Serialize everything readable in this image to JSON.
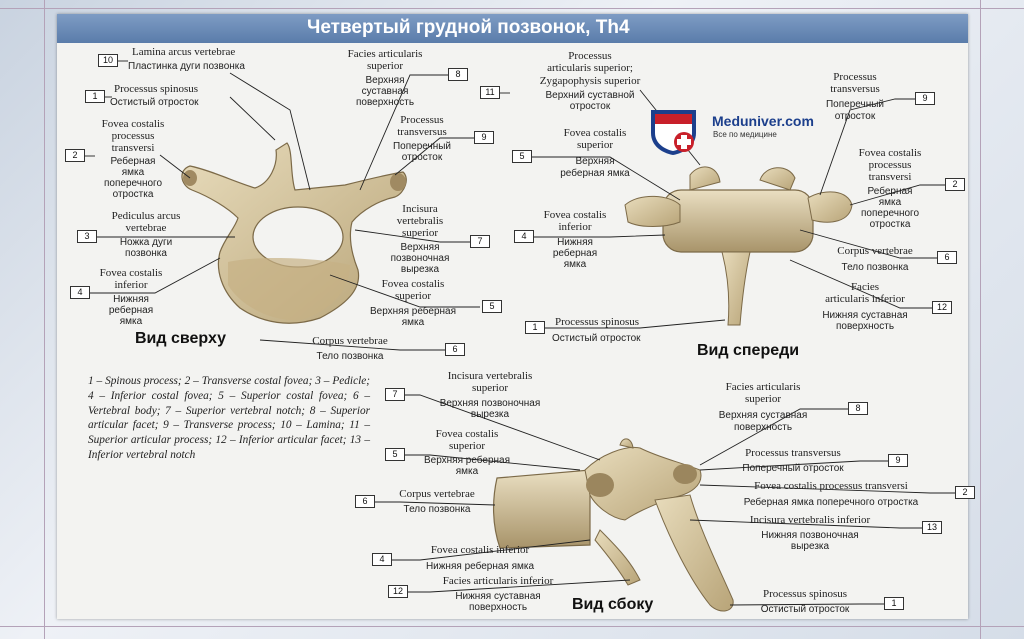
{
  "title": "Четвертый грудной позвонок, Th4",
  "logo": {
    "name": "Meduniver.com",
    "sub": "Все по медицине"
  },
  "views": {
    "top": "Вид сверху",
    "front": "Вид спереди",
    "side": "Вид сбоку"
  },
  "labels": {
    "t10_lat": "Lamina arcus vertebrae",
    "t10_ru": "Пластинка дуги позвонка",
    "t1_lat": "Processus spinosus",
    "t1_ru": "Остистый отросток",
    "t2_lat1": "Fovea costalis",
    "t2_lat2": "processus",
    "t2_lat3": "transversi",
    "t2_ru1": "Реберная",
    "t2_ru2": "ямка",
    "t2_ru3": "поперечного",
    "t2_ru4": "отростка",
    "t3_lat1": "Pediculus arcus",
    "t3_lat2": "vertebrae",
    "t3_ru1": "Ножка дуги",
    "t3_ru2": "позвонка",
    "t4_lat1": "Fovea costalis",
    "t4_lat2": "inferior",
    "t4_ru1": "Нижняя",
    "t4_ru2": "реберная",
    "t4_ru3": "ямка",
    "t8_lat1": "Facies articularis",
    "t8_lat2": "superior",
    "t8_ru1": "Верхняя",
    "t8_ru2": "суставная",
    "t8_ru3": "поверхность",
    "t9_lat1": "Processus",
    "t9_lat2": "transversus",
    "t9_ru1": "Поперечный",
    "t9_ru2": "отросток",
    "t7_lat1": "Incisura",
    "t7_lat2": "vertebralis",
    "t7_lat3": "superior",
    "t7_ru1": "Верхняя",
    "t7_ru2": "позвоночная",
    "t7_ru3": "вырезка",
    "t5_lat1": "Fovea costalis",
    "t5_lat2": "superior",
    "t5_ru1": "Верхняя реберная",
    "t5_ru2": "ямка",
    "t6_lat": "Corpus vertebrae",
    "t6_ru": "Тело позвонка",
    "f11_lat1": "Processus",
    "f11_lat2": "articularis superior;",
    "f11_lat3": "Zygapophysis superior",
    "f11_ru1": "Верхний суставной",
    "f11_ru2": "отросток",
    "f5_lat1": "Fovea costalis",
    "f5_lat2": "superior",
    "f5_ru1": "Верхняя",
    "f5_ru2": "реберная ямка",
    "f4_lat1": "Fovea costalis",
    "f4_lat2": "inferior",
    "f4_ru1": "Нижняя",
    "f4_ru2": "реберная",
    "f4_ru3": "ямка",
    "f1_lat": "Processus spinosus",
    "f1_ru": "Остистый отросток",
    "f9_lat1": "Processus",
    "f9_lat2": "transversus",
    "f9_ru1": "Поперечный",
    "f9_ru2": "отросток",
    "f2_lat1": "Fovea costalis",
    "f2_lat2": "processus",
    "f2_lat3": "transversi",
    "f2_ru1": "Реберная",
    "f2_ru2": "ямка",
    "f2_ru3": "поперечного",
    "f2_ru4": "отростка",
    "f6_lat": "Corpus vertebrae",
    "f6_ru": "Тело позвонка",
    "f12_lat1": "Facies",
    "f12_lat2": "articularis inferior",
    "f12_ru1": "Нижняя суставная",
    "f12_ru2": "поверхность",
    "s7_lat1": "Incisura vertebralis",
    "s7_lat2": "superior",
    "s7_ru1": "Верхняя позвоночная",
    "s7_ru2": "вырезка",
    "s8_lat1": "Facies articularis",
    "s8_lat2": "superior",
    "s8_ru1": "Верхняя суставная",
    "s8_ru2": "поверхность",
    "s5_lat1": "Fovea costalis",
    "s5_lat2": "superior",
    "s5_ru1": "Верхняя реберная",
    "s5_ru2": "ямка",
    "s9_lat": "Processus transversus",
    "s9_ru": "Поперечный отросток",
    "s2_lat": "Fovea costalis processus transversi",
    "s2_ru": "Реберная ямка поперечного отростка",
    "s6_lat": "Corpus vertebrae",
    "s6_ru": "Тело позвонка",
    "s13_lat": "Incisura vertebralis inferior",
    "s13_ru1": "Нижняя позвоночная",
    "s13_ru2": "вырезка",
    "s4_lat": "Fovea costalis inferior",
    "s4_ru": "Нижняя реберная ямка",
    "s12_lat": "Facies articularis inferior",
    "s12_ru1": "Нижняя суставная",
    "s12_ru2": "поверхность",
    "s1_lat": "Processus spinosus",
    "s1_ru": "Остистый отросток"
  },
  "numbers": {
    "n10": "10",
    "n1": "1",
    "n2": "2",
    "n3": "3",
    "n4": "4",
    "n8": "8",
    "n9": "9",
    "n7": "7",
    "n5": "5",
    "n6": "6",
    "n11": "11",
    "n12": "12",
    "n13": "13"
  },
  "legend": "1 – Spinous process; 2 – Transverse costal fovea; 3 – Pedicle; 4 – Inferior costal fovea; 5 – Superior costal fovea; 6 – Vertebral body; 7 – Superior vertebral notch; 8 – Superior articular facet; 9 – Transverse process; 10 – Lamina; 11 – Superior articular process; 12 – Inferior articular facet; 13 – Inferior vertebral notch",
  "colors": {
    "bone": "#d8c8a4",
    "bone_shadow": "#a89670",
    "title_bar": "#6a8bb8",
    "logo_red": "#c8202a",
    "logo_blue": "#1c3f8c"
  }
}
